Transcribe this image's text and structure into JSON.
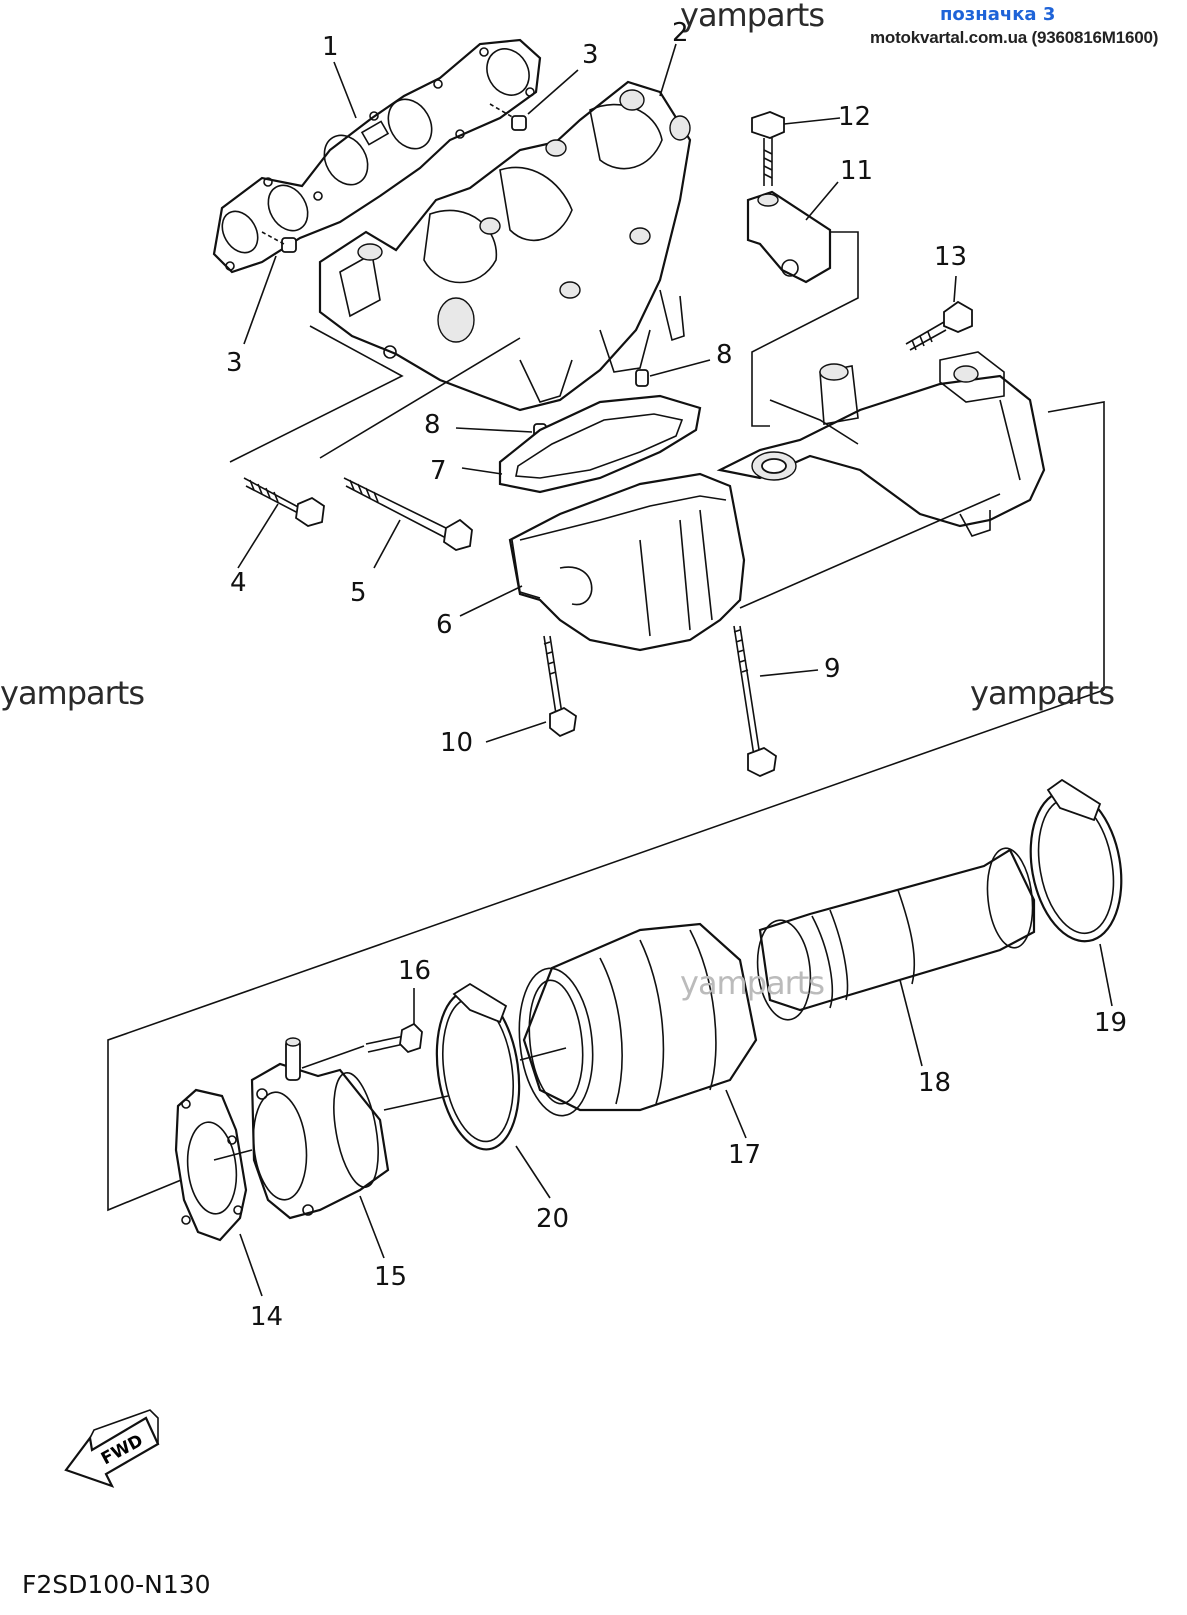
{
  "header": {
    "link_text": "позначка 3",
    "source_text": "motokvartal.com.ua (9360816M1600)"
  },
  "watermarks": [
    "yamparts",
    "yamparts",
    "yamparts",
    "yamparts"
  ],
  "callouts": [
    "1",
    "2",
    "3",
    "3",
    "4",
    "5",
    "6",
    "7",
    "8",
    "8",
    "9",
    "10",
    "11",
    "12",
    "13",
    "14",
    "15",
    "16",
    "17",
    "18",
    "19",
    "20"
  ],
  "direction_label": "FWD",
  "diagram_code": "F2SD100-N130"
}
